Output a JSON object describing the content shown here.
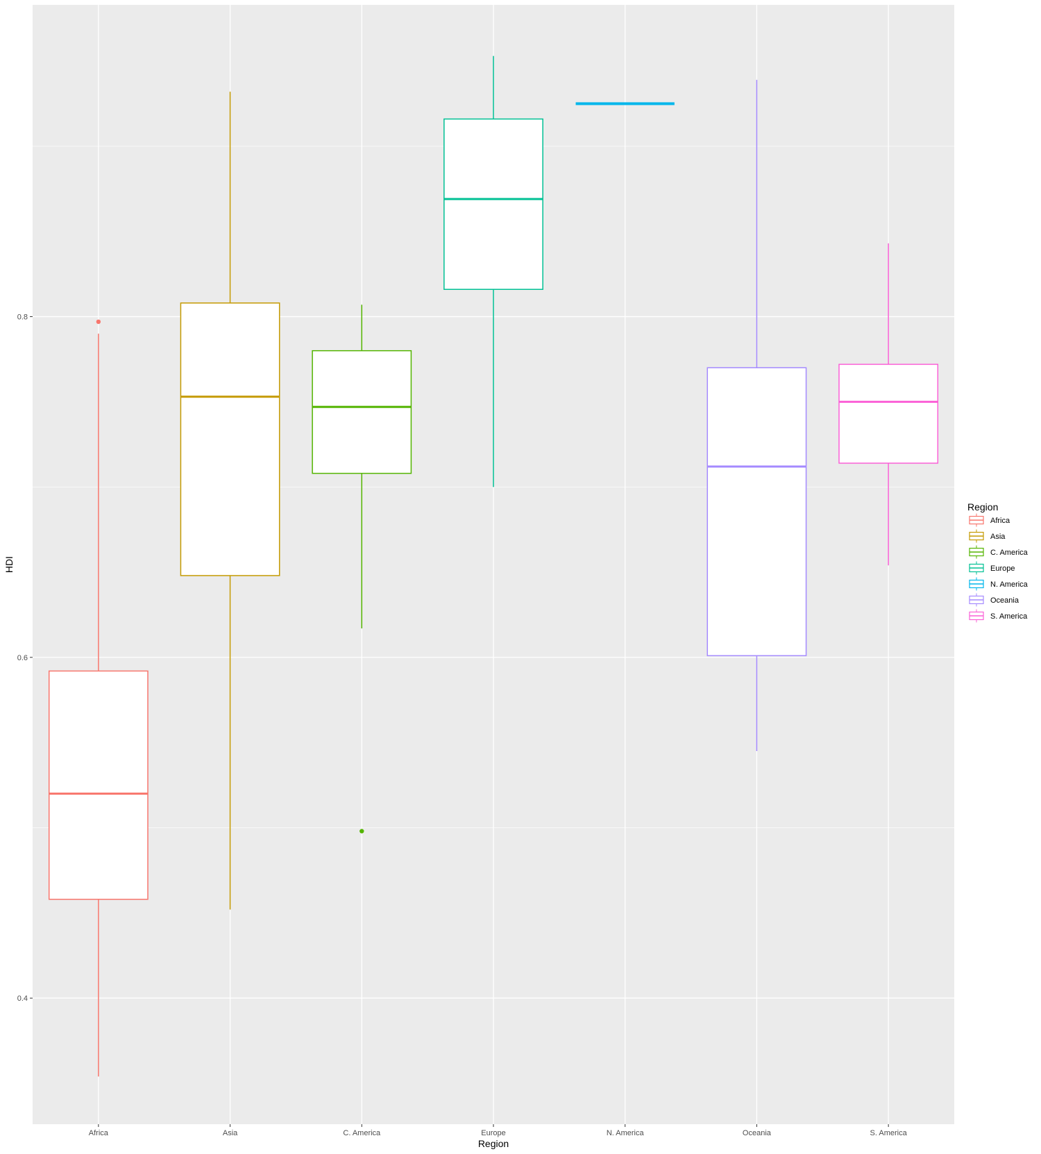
{
  "chart_data": {
    "type": "boxplot",
    "title": "",
    "xlabel": "Region",
    "ylabel": "HDI",
    "ylim": [
      0.326,
      0.983
    ],
    "y_ticks": [
      0.4,
      0.6,
      0.8
    ],
    "y_tick_labels": [
      "0.4",
      "0.6",
      "0.8"
    ],
    "grid": true,
    "legend": {
      "title": "Region",
      "position": "right",
      "entries": [
        "Africa",
        "Asia",
        "C. America",
        "Europe",
        "N. America",
        "Oceania",
        "S. America"
      ]
    },
    "categories": [
      "Africa",
      "Asia",
      "C. America",
      "Europe",
      "N. America",
      "Oceania",
      "S. America"
    ],
    "series": [
      {
        "category": "Africa",
        "color": "#F8766D",
        "whisker_low": 0.354,
        "q1": 0.458,
        "median": 0.52,
        "q3": 0.592,
        "whisker_high": 0.79,
        "outliers": [
          0.797
        ]
      },
      {
        "category": "Asia",
        "color": "#C49A00",
        "whisker_low": 0.452,
        "q1": 0.648,
        "median": 0.753,
        "q3": 0.808,
        "whisker_high": 0.932,
        "outliers": []
      },
      {
        "category": "C. America",
        "color": "#53B400",
        "whisker_low": 0.617,
        "q1": 0.708,
        "median": 0.747,
        "q3": 0.78,
        "whisker_high": 0.807,
        "outliers": [
          0.498
        ]
      },
      {
        "category": "Europe",
        "color": "#00C094",
        "whisker_low": 0.7,
        "q1": 0.816,
        "median": 0.869,
        "q3": 0.916,
        "whisker_high": 0.953,
        "outliers": []
      },
      {
        "category": "N. America",
        "color": "#00B6EB",
        "whisker_low": 0.925,
        "q1": 0.925,
        "median": 0.925,
        "q3": 0.925,
        "whisker_high": 0.925,
        "outliers": []
      },
      {
        "category": "Oceania",
        "color": "#A58AFF",
        "whisker_low": 0.545,
        "q1": 0.601,
        "median": 0.712,
        "q3": 0.77,
        "whisker_high": 0.939,
        "outliers": []
      },
      {
        "category": "S. America",
        "color": "#FB61D7",
        "whisker_low": 0.654,
        "q1": 0.714,
        "median": 0.75,
        "q3": 0.772,
        "whisker_high": 0.843,
        "outliers": []
      }
    ]
  }
}
